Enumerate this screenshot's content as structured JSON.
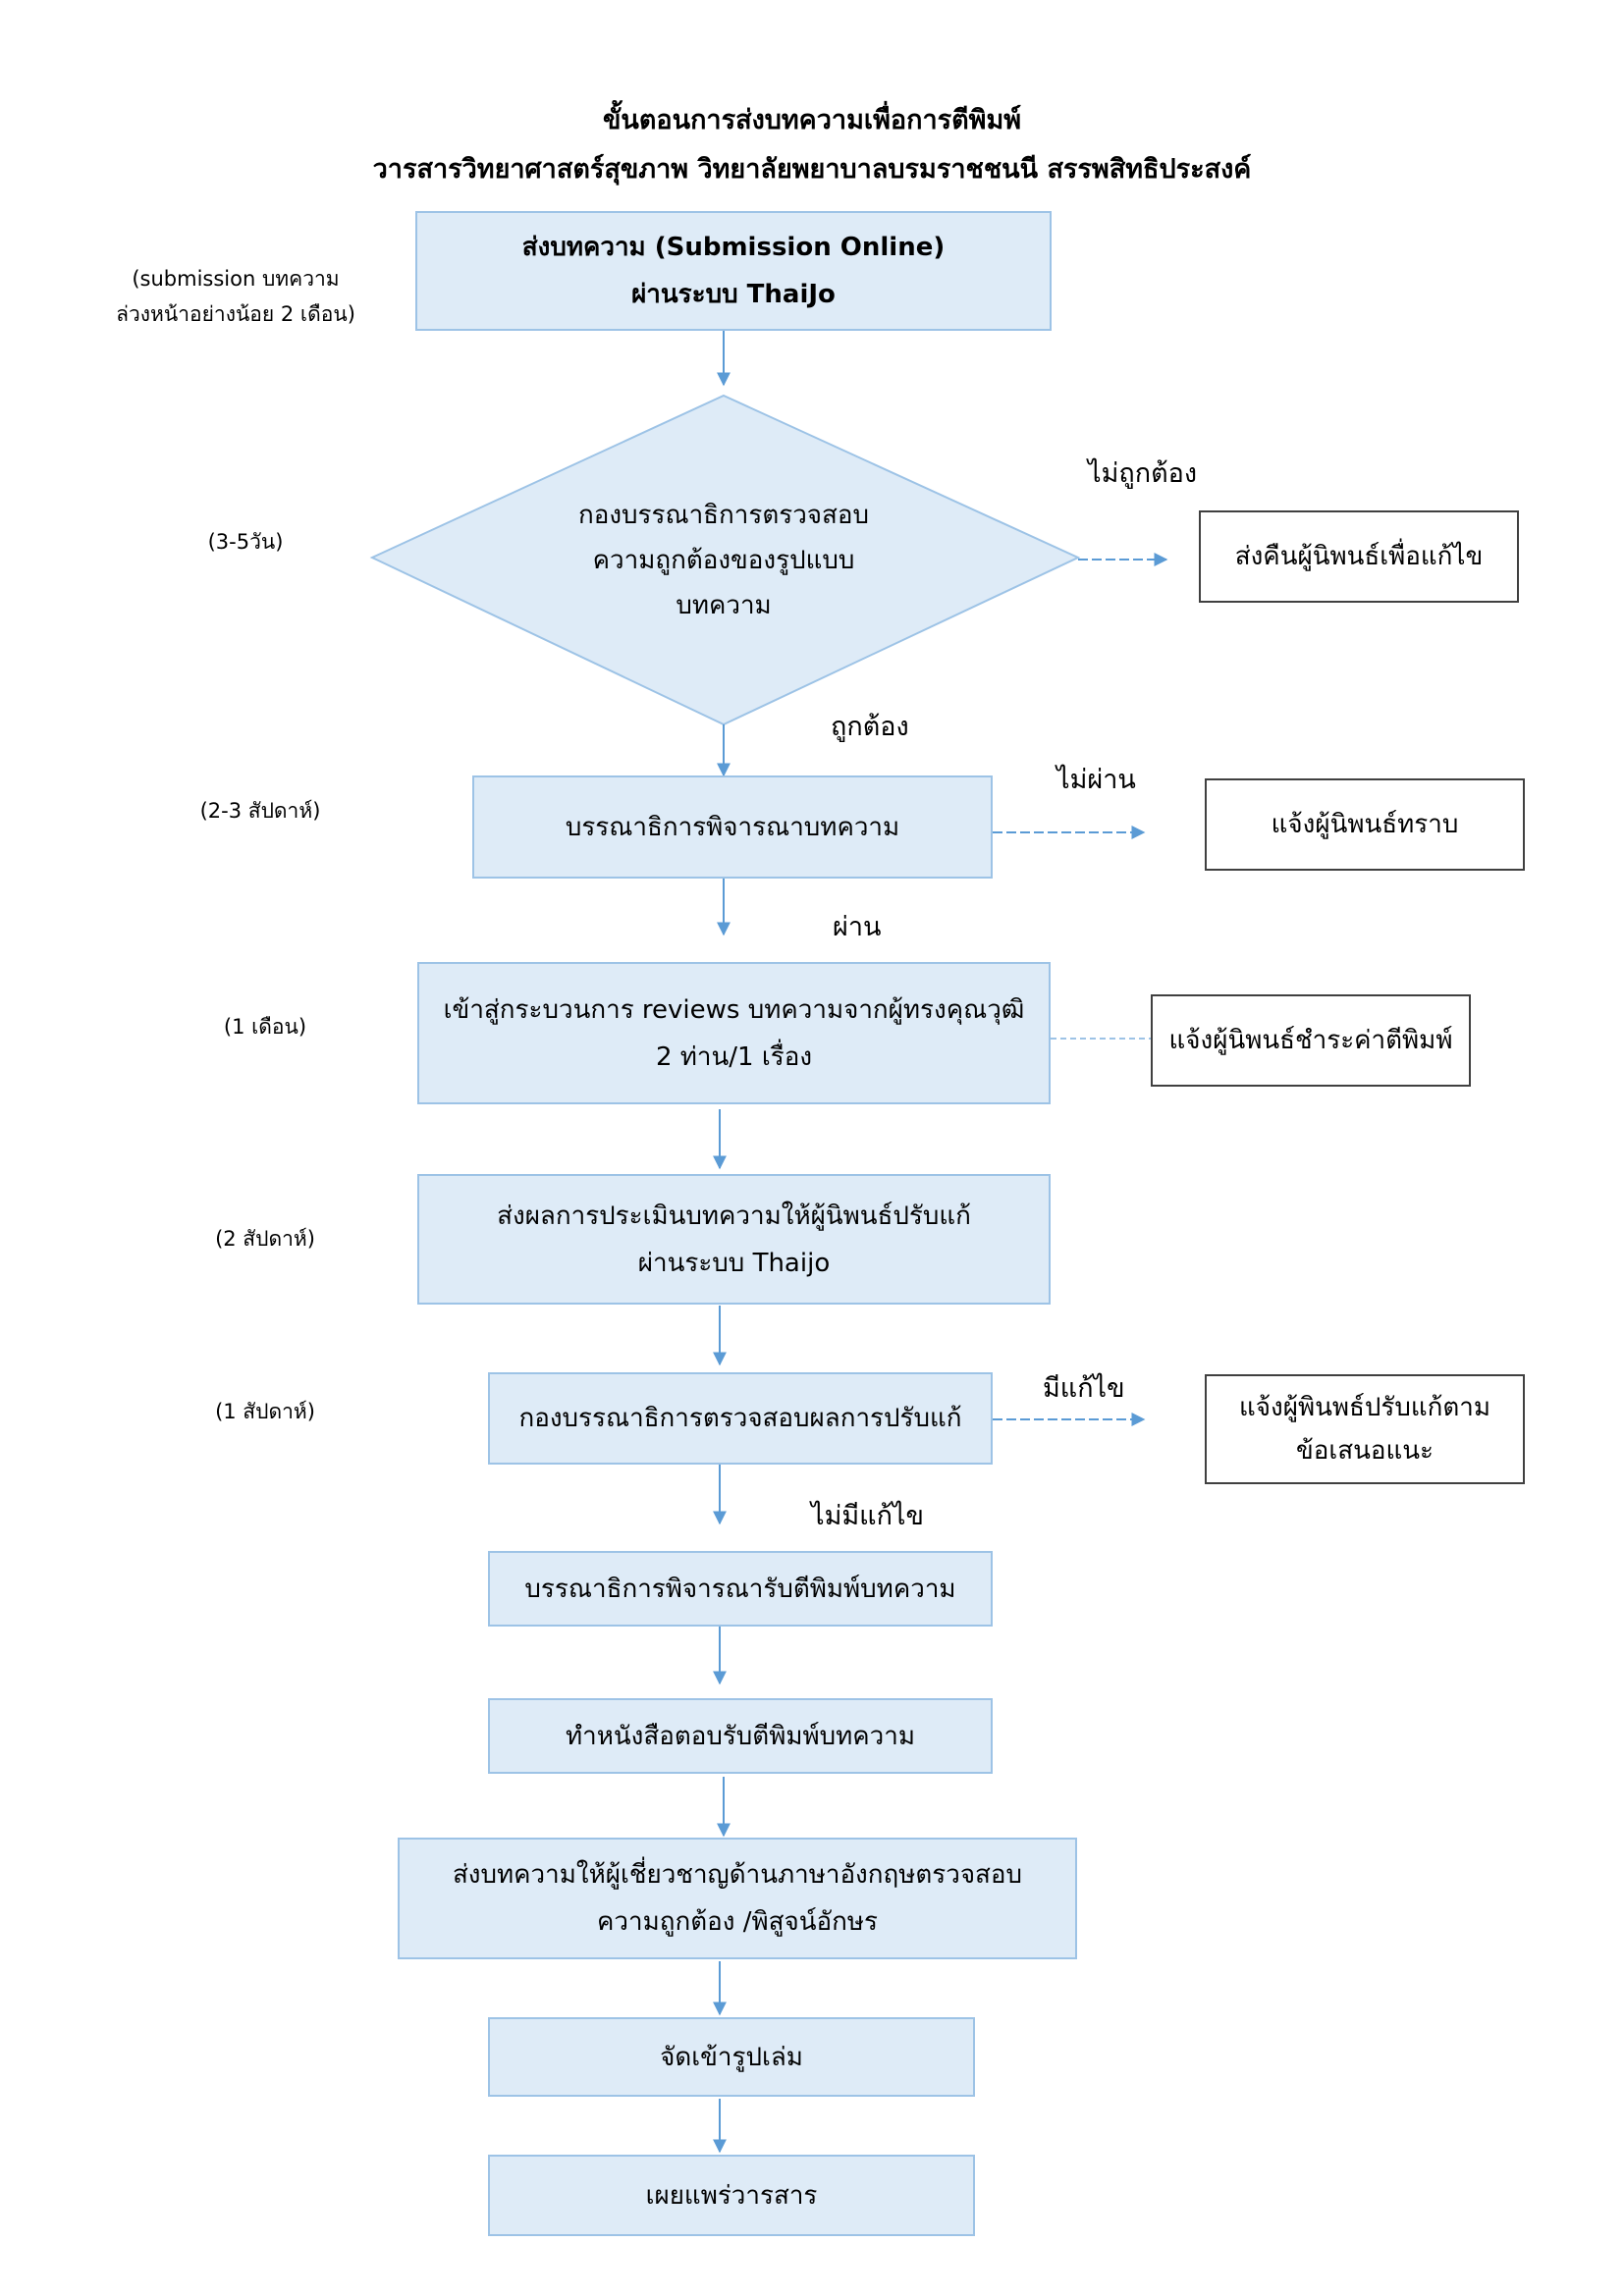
{
  "title": {
    "line1": "ขั้นตอนการส่งบทความเพื่อการตีพิมพ์",
    "line2": "วารสารวิทยาศาสตร์สุขภาพ วิทยาลัยพยาบาลบรมราชชนนี สรรพสิทธิประสงค์"
  },
  "steps": {
    "submit": {
      "line1": "ส่งบทความ (Submission Online)",
      "line2": "ผ่านระบบ ThaiJo"
    },
    "check": {
      "line1": "กองบรรณาธิการตรวจสอบ",
      "line2": "ความถูกต้องของรูปแบบ",
      "line3": "บทความ"
    },
    "editor_review": "บรรณาธิการพิจารณาบทความ",
    "peer_review": {
      "line1": "เข้าสู่กระบวนการ reviews บทความจากผู้ทรงคุณวุฒิ",
      "line2": "2 ท่าน/1 เรื่อง"
    },
    "send_results": {
      "line1": "ส่งผลการประเมินบทความให้ผู้นิพนธ์ปรับแก้",
      "line2": "ผ่านระบบ Thaijo"
    },
    "check_revision": "กองบรรณาธิการตรวจสอบผลการปรับแก้",
    "accept": "บรรณาธิการพิจารณารับตีพิมพ์บทความ",
    "letter": "ทำหนังสือตอบรับตีพิมพ์บทความ",
    "proofread": {
      "line1": "ส่งบทความให้ผู้เชี่ยวชาญด้านภาษาอังกฤษตรวจสอบ",
      "line2": "ความถูกต้อง /พิสูจน์อักษร"
    },
    "layout": "จัดเข้ารูปเล่ม",
    "publish": "เผยแพร่วารสาร"
  },
  "side_boxes": {
    "return": "ส่งคืนผู้นิพนธ์เพื่อแก้ไข",
    "notify": "แจ้งผู้นิพนธ์ทราบ",
    "fee": "แจ้งผู้นิพนธ์ชำระค่าตีพิมพ์",
    "revise": {
      "line1": "แจ้งผู้พินพธ์ปรับแก้ตาม",
      "line2": "ข้อเสนอแนะ"
    }
  },
  "branch_labels": {
    "incorrect": "ไม่ถูกต้อง",
    "correct": "ถูกต้อง",
    "fail": "ไม่ผ่าน",
    "pass": "ผ่าน",
    "has_edits": "มีแก้ไข",
    "no_edits": "ไม่มีแก้ไข"
  },
  "durations": {
    "submit": {
      "line1": "(submission บทความ",
      "line2": "ล่วงหน้าอย่างน้อย 2 เดือน)"
    },
    "check": "(3-5วัน)",
    "editor_review": "(2-3 สัปดาห์)",
    "peer_review": "(1 เดือน)",
    "send_results": "(2 สัปดาห์)",
    "check_revision": "(1 สัปดาห์)"
  },
  "colors": {
    "box_fill": "#deebf7",
    "box_border": "#9dc3e6",
    "arrow": "#5b9bd5"
  }
}
